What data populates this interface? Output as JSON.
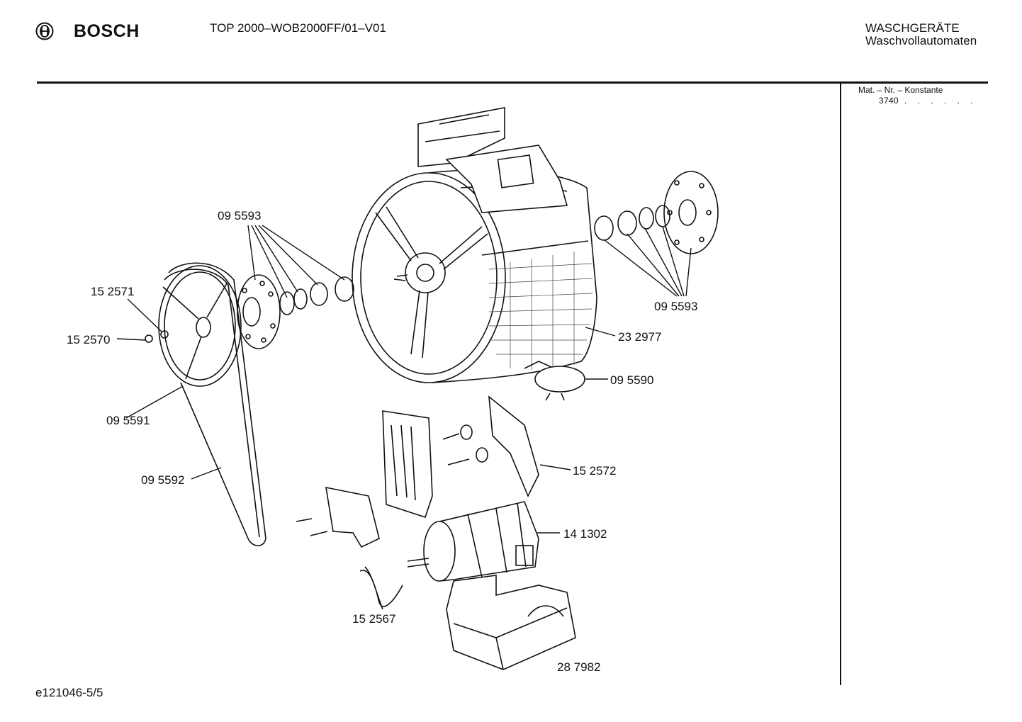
{
  "header": {
    "brand": "BOSCH",
    "logo_icon": "bosch-armature-icon",
    "model": "TOP 2000–WOB2000FF/01–V01",
    "category": "WASCHGERÄTE",
    "subcategory": "Waschvollautomaten"
  },
  "sidebar": {
    "mat_label": "Mat. – Nr. – Konstante",
    "mat_value": "3740",
    "mat_dots": ". . . . . ."
  },
  "parts": {
    "p_095593_left": "09 5593",
    "p_152571": "15 2571",
    "p_152570": "15 2570",
    "p_095591": "09 5591",
    "p_095592": "09 5592",
    "p_095593_right": "09 5593",
    "p_232977": "23 2977",
    "p_095590": "09 5590",
    "p_152572": "15 2572",
    "p_141302": "14 1302",
    "p_152567": "15 2567",
    "p_287982": "28 7982"
  },
  "footer": {
    "code": "e121046-5/5"
  }
}
